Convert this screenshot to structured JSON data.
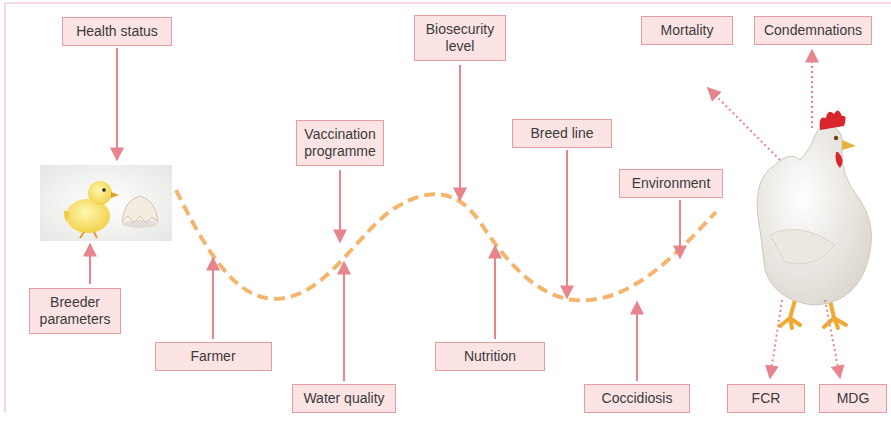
{
  "diagram": {
    "nodes": [
      {
        "text": [
          "Health status"
        ]
      },
      {
        "text": [
          "Breeder parameters"
        ]
      },
      {
        "text": [
          "Farmer"
        ]
      },
      {
        "text": [
          "Vaccination programme"
        ]
      },
      {
        "text": [
          "Water quality"
        ]
      },
      {
        "text": [
          "Biosecurity level"
        ]
      },
      {
        "text": [
          "Nutrition"
        ]
      },
      {
        "text": [
          "Breed line"
        ]
      },
      {
        "text": [
          "Environment"
        ]
      },
      {
        "text": [
          "Coccidiosis"
        ]
      },
      {
        "text": [
          "Mortality"
        ]
      },
      {
        "text": [
          "Condemnations"
        ]
      },
      {
        "text": [
          "FCR"
        ]
      },
      {
        "text": [
          "MDG"
        ]
      }
    ]
  }
}
